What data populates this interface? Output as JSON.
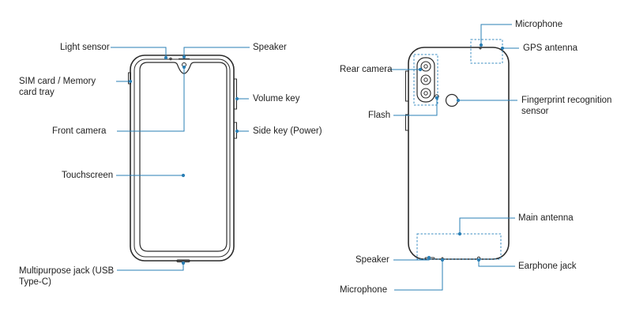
{
  "colors": {
    "outline": "#2b2b2b",
    "leader_line": "#2a7fb5",
    "dashed_region": "#3b8cc2",
    "label_text": "#222222"
  },
  "front_labels": {
    "light_sensor": "Light sensor",
    "speaker": "Speaker",
    "sim_tray": "SIM card / Memory card tray",
    "volume_key": "Volume key",
    "front_camera": "Front camera",
    "side_key": "Side key (Power)",
    "touchscreen": "Touchscreen",
    "multipurpose_jack": "Multipurpose jack (USB Type-C)"
  },
  "rear_labels": {
    "microphone_top": "Microphone",
    "gps_antenna": "GPS antenna",
    "rear_camera": "Rear camera",
    "fingerprint": "Fingerprint recognition sensor",
    "flash": "Flash",
    "main_antenna": "Main antenna",
    "speaker": "Speaker",
    "earphone_jack": "Earphone jack",
    "microphone_bottom": "Microphone"
  }
}
